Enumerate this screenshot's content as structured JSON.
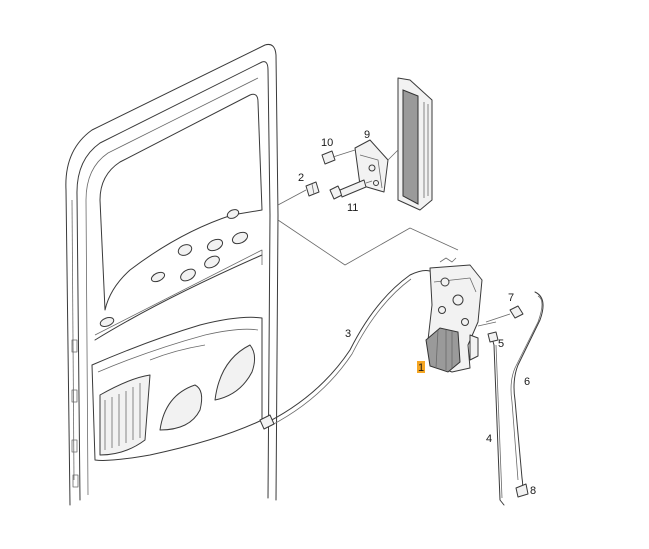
{
  "diagram": {
    "highlight_color": "#f5a623",
    "callouts": {
      "p1": "1",
      "p2": "2",
      "p3": "3",
      "p4": "4",
      "p5": "5",
      "p6": "6",
      "p7": "7",
      "p8": "8",
      "p9": "9",
      "p10": "10",
      "p11": "11"
    }
  }
}
